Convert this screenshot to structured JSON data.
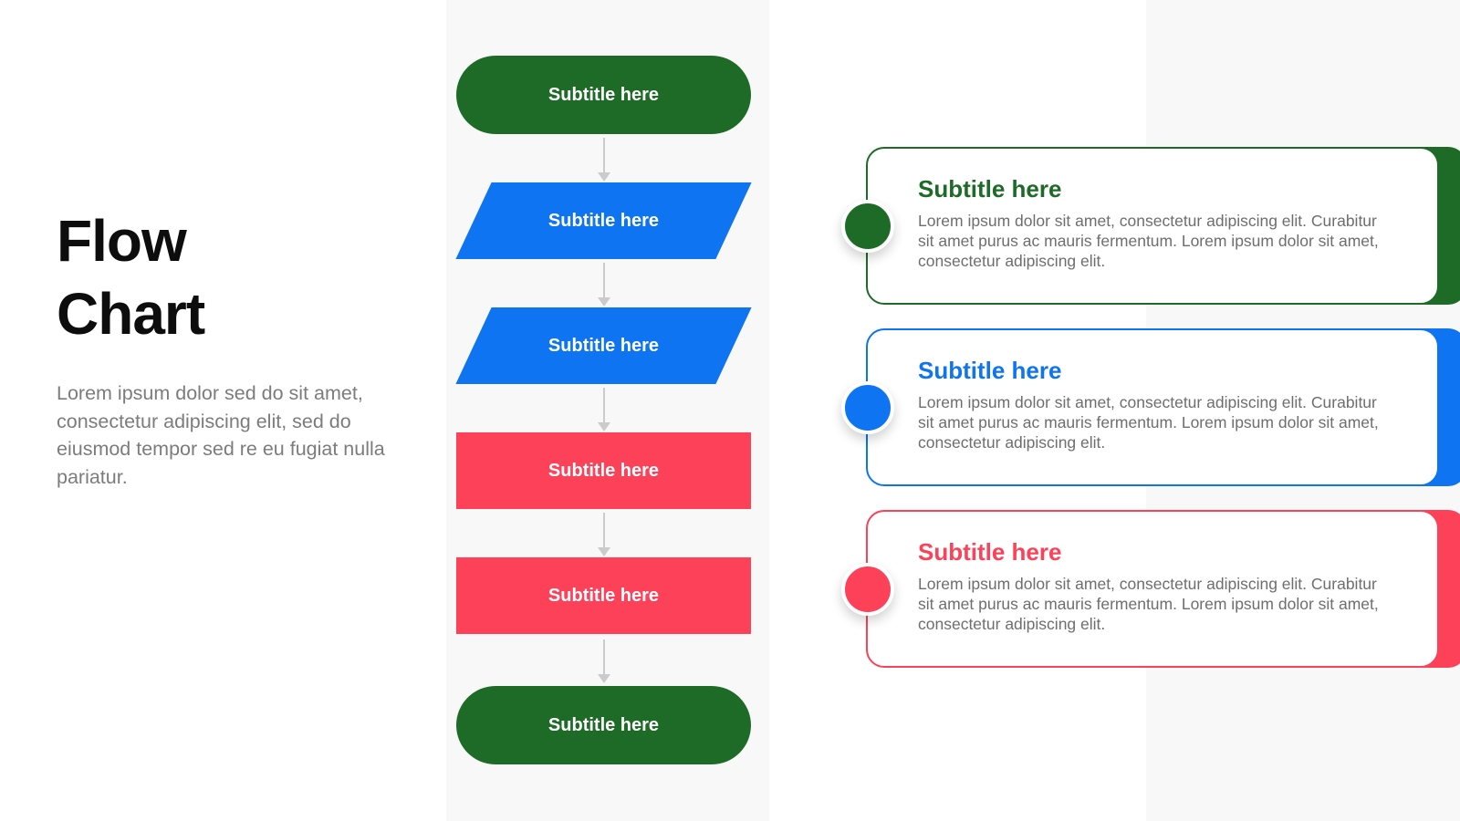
{
  "colors": {
    "green": "#1e6b27",
    "blue": "#0e74f1",
    "red": "#fc4159",
    "panel_gray": "#f8f8f8",
    "arrow_gray": "#cbcbcb",
    "heading_black": "#0d0d0d",
    "intro_text_gray": "#7c7c7c",
    "card_text_gray": "#6e6e6e"
  },
  "intro": {
    "title_line1": "Flow",
    "title_line2": "Chart",
    "description": "Lorem ipsum dolor sed do sit amet, consectetur adipiscing elit, sed do eiusmod tempor sed re eu fugiat nulla pariatur."
  },
  "flowchart": {
    "nodes": [
      {
        "label": "Subtitle here",
        "shape": "pill",
        "color": "green"
      },
      {
        "label": "Subtitle here",
        "shape": "parallelogram",
        "color": "blue"
      },
      {
        "label": "Subtitle here",
        "shape": "parallelogram",
        "color": "blue"
      },
      {
        "label": "Subtitle here",
        "shape": "rectangle",
        "color": "red"
      },
      {
        "label": "Subtitle here",
        "shape": "rectangle",
        "color": "red"
      },
      {
        "label": "Subtitle here",
        "shape": "pill",
        "color": "green"
      }
    ]
  },
  "cards": [
    {
      "color": "green",
      "title": "Subtitle here",
      "body": "Lorem ipsum dolor sit amet, consectetur adipiscing elit. Curabitur sit amet purus ac mauris fermentum. Lorem ipsum dolor sit amet, consectetur adipiscing elit."
    },
    {
      "color": "blue",
      "title": "Subtitle here",
      "body": "Lorem ipsum dolor sit amet, consectetur adipiscing elit. Curabitur sit amet purus ac mauris fermentum. Lorem ipsum dolor sit amet, consectetur adipiscing elit."
    },
    {
      "color": "red",
      "title": "Subtitle here",
      "body": "Lorem ipsum dolor sit amet, consectetur adipiscing elit. Curabitur sit amet purus ac mauris fermentum. Lorem ipsum dolor sit amet, consectetur adipiscing elit."
    }
  ]
}
